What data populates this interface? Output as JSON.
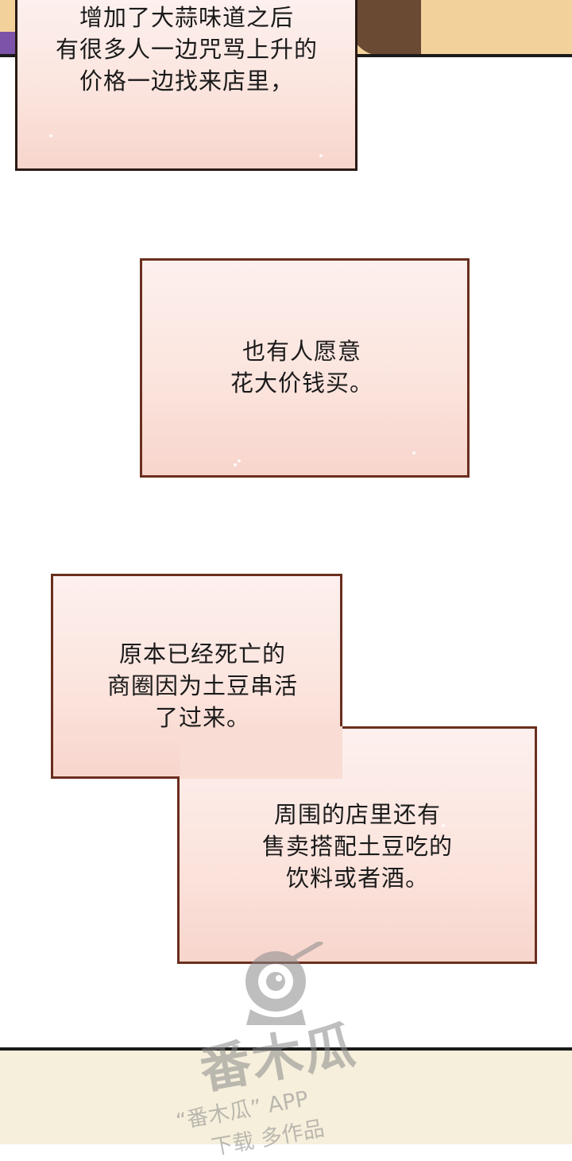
{
  "captions": [
    {
      "id": "caption-1",
      "text": "增加了大蒜味道之后\n有很多人一边咒骂上升的\n价格一边找来店里，"
    },
    {
      "id": "caption-2",
      "text": "也有人愿意\n花大价钱买。"
    },
    {
      "id": "caption-3",
      "text": "原本已经死亡的\n商圈因为土豆串活\n了过来。"
    },
    {
      "id": "caption-4",
      "text": "周围的店里还有\n售卖搭配土豆吃的\n饮料或者酒。"
    }
  ],
  "watermark": {
    "brand": "番木瓜",
    "line1": "“番木瓜” APP",
    "line2": "下载       多作品"
  },
  "colors": {
    "caption_gradient_top": "#fdf0ee",
    "caption_gradient_bottom": "#f7d5cc",
    "caption_border": "#6a2e1e",
    "top_panel": "#f3d19a",
    "bottom_panel": "#f6efdc"
  }
}
